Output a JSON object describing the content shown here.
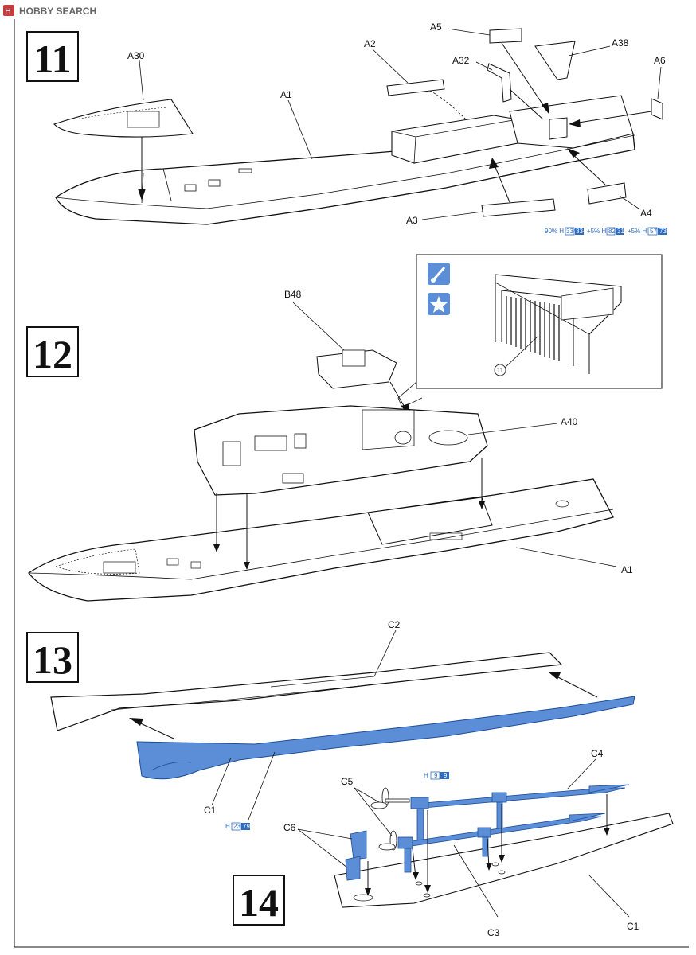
{
  "watermark": "HOBBY SEARCH",
  "steps": [
    {
      "number": "11"
    },
    {
      "number": "12"
    },
    {
      "number": "13"
    },
    {
      "number": "14"
    }
  ],
  "step11": {
    "parts": [
      "A30",
      "A1",
      "A2",
      "A5",
      "A32",
      "A38",
      "A6",
      "A4",
      "A3"
    ],
    "paint_code": {
      "prefix": "90% H",
      "a": "334",
      "b": "334",
      "p1": "+5% H",
      "c": "82",
      "d": "31",
      "p2": "+5% H",
      "e": "57",
      "f": "73"
    }
  },
  "step12": {
    "parts": [
      "B48",
      "A40",
      "A1"
    ],
    "detail_callout": "11"
  },
  "step13": {
    "parts": [
      "C2",
      "C1"
    ],
    "paint_code": {
      "prefix": "H",
      "a": "23",
      "b": "79"
    }
  },
  "step14": {
    "parts": [
      "C4",
      "C5",
      "C6",
      "C3",
      "C1"
    ],
    "paint_code": {
      "prefix": "H",
      "a": "9",
      "b": "9"
    }
  },
  "colors": {
    "accent_blue": "#5b8ed6",
    "paint_box": "#2f6cc0",
    "line": "#111111"
  }
}
